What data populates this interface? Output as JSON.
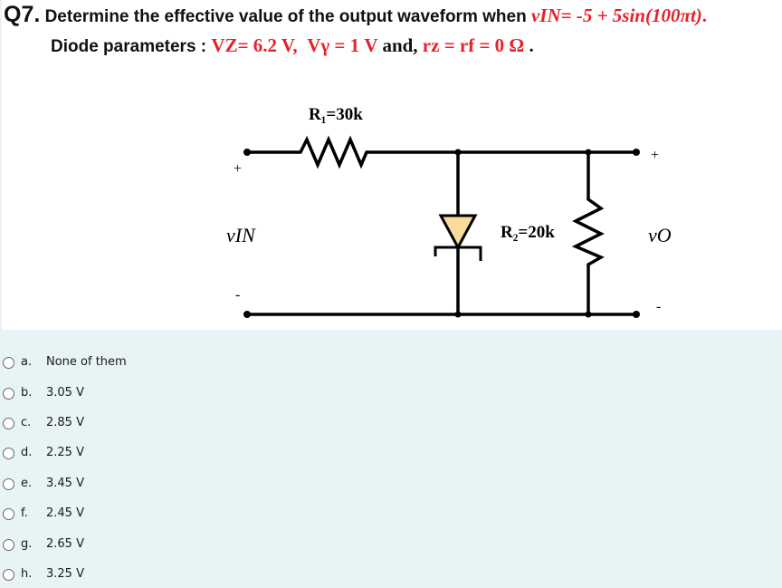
{
  "question": {
    "number": "Q7.",
    "line1_text": "Determine the effective value of the output waveform when ",
    "vin_expr": "vIN= -5 + 5sin(100πt)",
    "line1_end": ".",
    "line2_label": "Diode parameters : ",
    "vz": "VZ= 6.2 V,",
    "vgamma": "Vγ = 1 V",
    "and": " and, ",
    "r": "rz = rf = 0 Ω",
    "line2_end": " ."
  },
  "circuit": {
    "r1_label": "R₁=30k",
    "r2_label": "R₂=20k",
    "vin_label": "vIN",
    "vo_label": "vO",
    "plus": "+",
    "minus": "-"
  },
  "options": [
    {
      "letter": "a.",
      "text": "None of them"
    },
    {
      "letter": "b.",
      "text": "3.05 V"
    },
    {
      "letter": "c.",
      "text": "2.85 V"
    },
    {
      "letter": "d.",
      "text": "2.25 V"
    },
    {
      "letter": "e.",
      "text": "3.45 V"
    },
    {
      "letter": "f.",
      "text": "2.45 V"
    },
    {
      "letter": "g.",
      "text": "2.65 V"
    },
    {
      "letter": "h.",
      "text": "3.25 V"
    }
  ],
  "colors": {
    "accent": "#e8202a",
    "diode_fill": "#f8dc9c",
    "background": "#e7f3f5"
  }
}
